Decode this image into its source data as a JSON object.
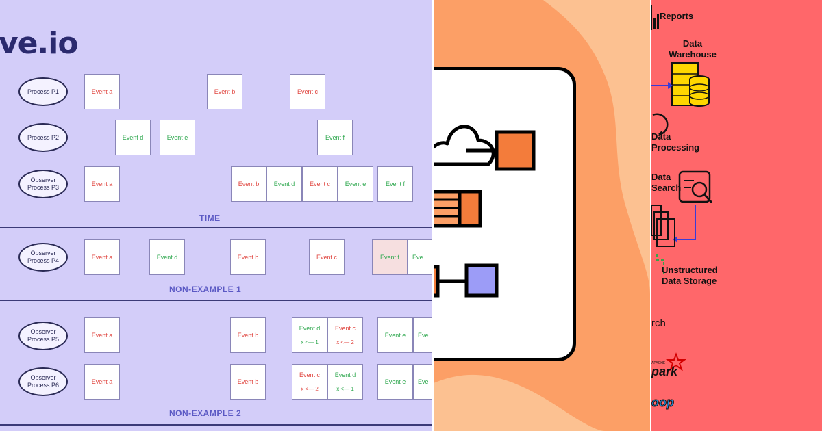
{
  "left": {
    "brand": "ve.io",
    "time_label": "TIME",
    "non_example_1_label": "NON-EXAMPLE 1",
    "non_example_2_label": "NON-EXAMPLE 2",
    "processes": {
      "p1": "Process P1",
      "p2": "Process P2",
      "p3": "Observer Process P3",
      "p4": "Observer Process P4",
      "p5": "Observer Process P5",
      "p6": "Observer Process P6"
    },
    "events": {
      "a": "Event a",
      "b": "Event b",
      "c": "Event c",
      "d": "Event d",
      "e": "Event e",
      "f": "Event f",
      "e_cut": "Eve",
      "x1": "x <— 1",
      "x2": "x <— 2"
    }
  },
  "right": {
    "reports": "Reports",
    "data_warehouse": "Data Warehouse",
    "data_processing": "Data Processing",
    "data_search": "Data Search",
    "unstructured": "Unstructured Data Storage",
    "rch": "rch",
    "spark_small": "APACHE",
    "spark": "park",
    "hadoop": "oop"
  },
  "colors": {
    "left_bg": "#d3cdf9",
    "mid_bg": "#fcc191",
    "right_bg": "#ff676a",
    "event_red": "#e0453f",
    "event_green": "#2fa84f",
    "orange_square": "#f37c3b",
    "violet_square": "#9c9cf7",
    "warehouse_yellow": "#ffd600",
    "arrow_blue": "#3b3bd6"
  }
}
